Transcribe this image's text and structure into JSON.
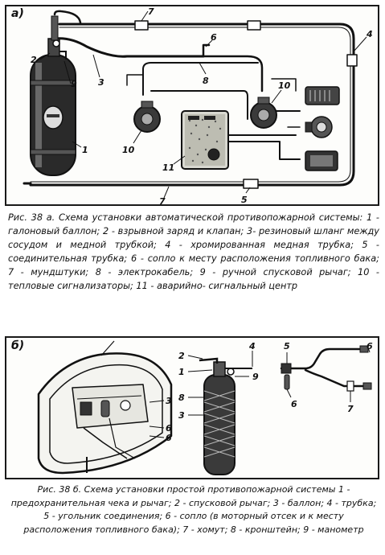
{
  "figure_a": {
    "letter": "а)",
    "callouts": {
      "n1": "1",
      "n2": "2",
      "n3": "3",
      "n4": "4",
      "n5": "5",
      "n6": "6",
      "n7a": "7",
      "n7b": "7",
      "n8": "8",
      "n9": "9",
      "n10a": "10",
      "n10b": "10",
      "n11": "11"
    },
    "caption": "Рис. 38 а. Схема установки автоматической противопожарной системы: 1 - галоновый баллон; 2 - взрывной заряд и клапан; 3- резиновый шланг между сосудом и медной трубкой; 4 - хромированная медная трубка; 5 - соединительная трубка; 6 - сопло к месту расположения топливного бака; 7 - мундштуки; 8 - электрокабель; 9 - ручной спусковой рычаг; 10 - тепловые сигнализаторы; 11 - аварийно- сигнальный центр"
  },
  "figure_b": {
    "letter": "б)",
    "callouts": {
      "b2": "2",
      "b1": "1",
      "b8": "8",
      "b3": "3",
      "b4": "4",
      "b9": "9",
      "b5": "5",
      "b6a": "6",
      "b7": "7",
      "b6b": "6",
      "b3boat": "3",
      "b6c": "6",
      "b6d": "6"
    },
    "caption": "Рис. 38 б. Схема установки простой противопожарной системы 1 - предохранительная чека и рычаг; 2 - спусковой рычаг; 3 - баллон; 4 - трубка; 5 - угольник соединения; 6 - сопло (в моторный отсек и к месту расположения топливного бака); 7 - хомут; 8 - кронштейн; 9 - манометр"
  }
}
